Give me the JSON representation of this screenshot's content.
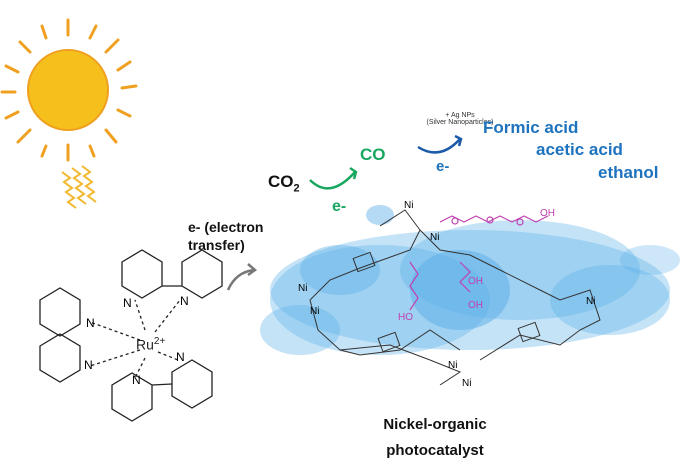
{
  "colors": {
    "sun": "#f6c01c",
    "sun_rays": "#f0a020",
    "green": "#1aa860",
    "blue_text": "#1e73be",
    "blue_arrow": "#1a5aa8",
    "cloud": "#5aaee8",
    "pink": "#c040b0"
  },
  "labels": {
    "co2": "CO",
    "co2_sub": "2",
    "co": "CO",
    "e_green": "e-",
    "agnps_line1": "+ Ag NPs",
    "agnps_line2": "(Silver Nanoparticles)",
    "e_blue": "e-",
    "formic": "Formic acid",
    "acetic": "acetic acid",
    "ethanol": "ethanol",
    "electron_transfer_line1": "e- (electron",
    "electron_transfer_line2": "transfer)",
    "catalyst_line1": "Nickel-organic",
    "catalyst_line2": "photocatalyst",
    "ru": "Ru",
    "ru_charge": "2+",
    "n": "N",
    "ni": "Ni",
    "o": "O",
    "oh": "OH",
    "ho": "HO"
  },
  "icons": [
    "sun-icon",
    "light-wave-icon",
    "reaction-arrow-icon"
  ]
}
